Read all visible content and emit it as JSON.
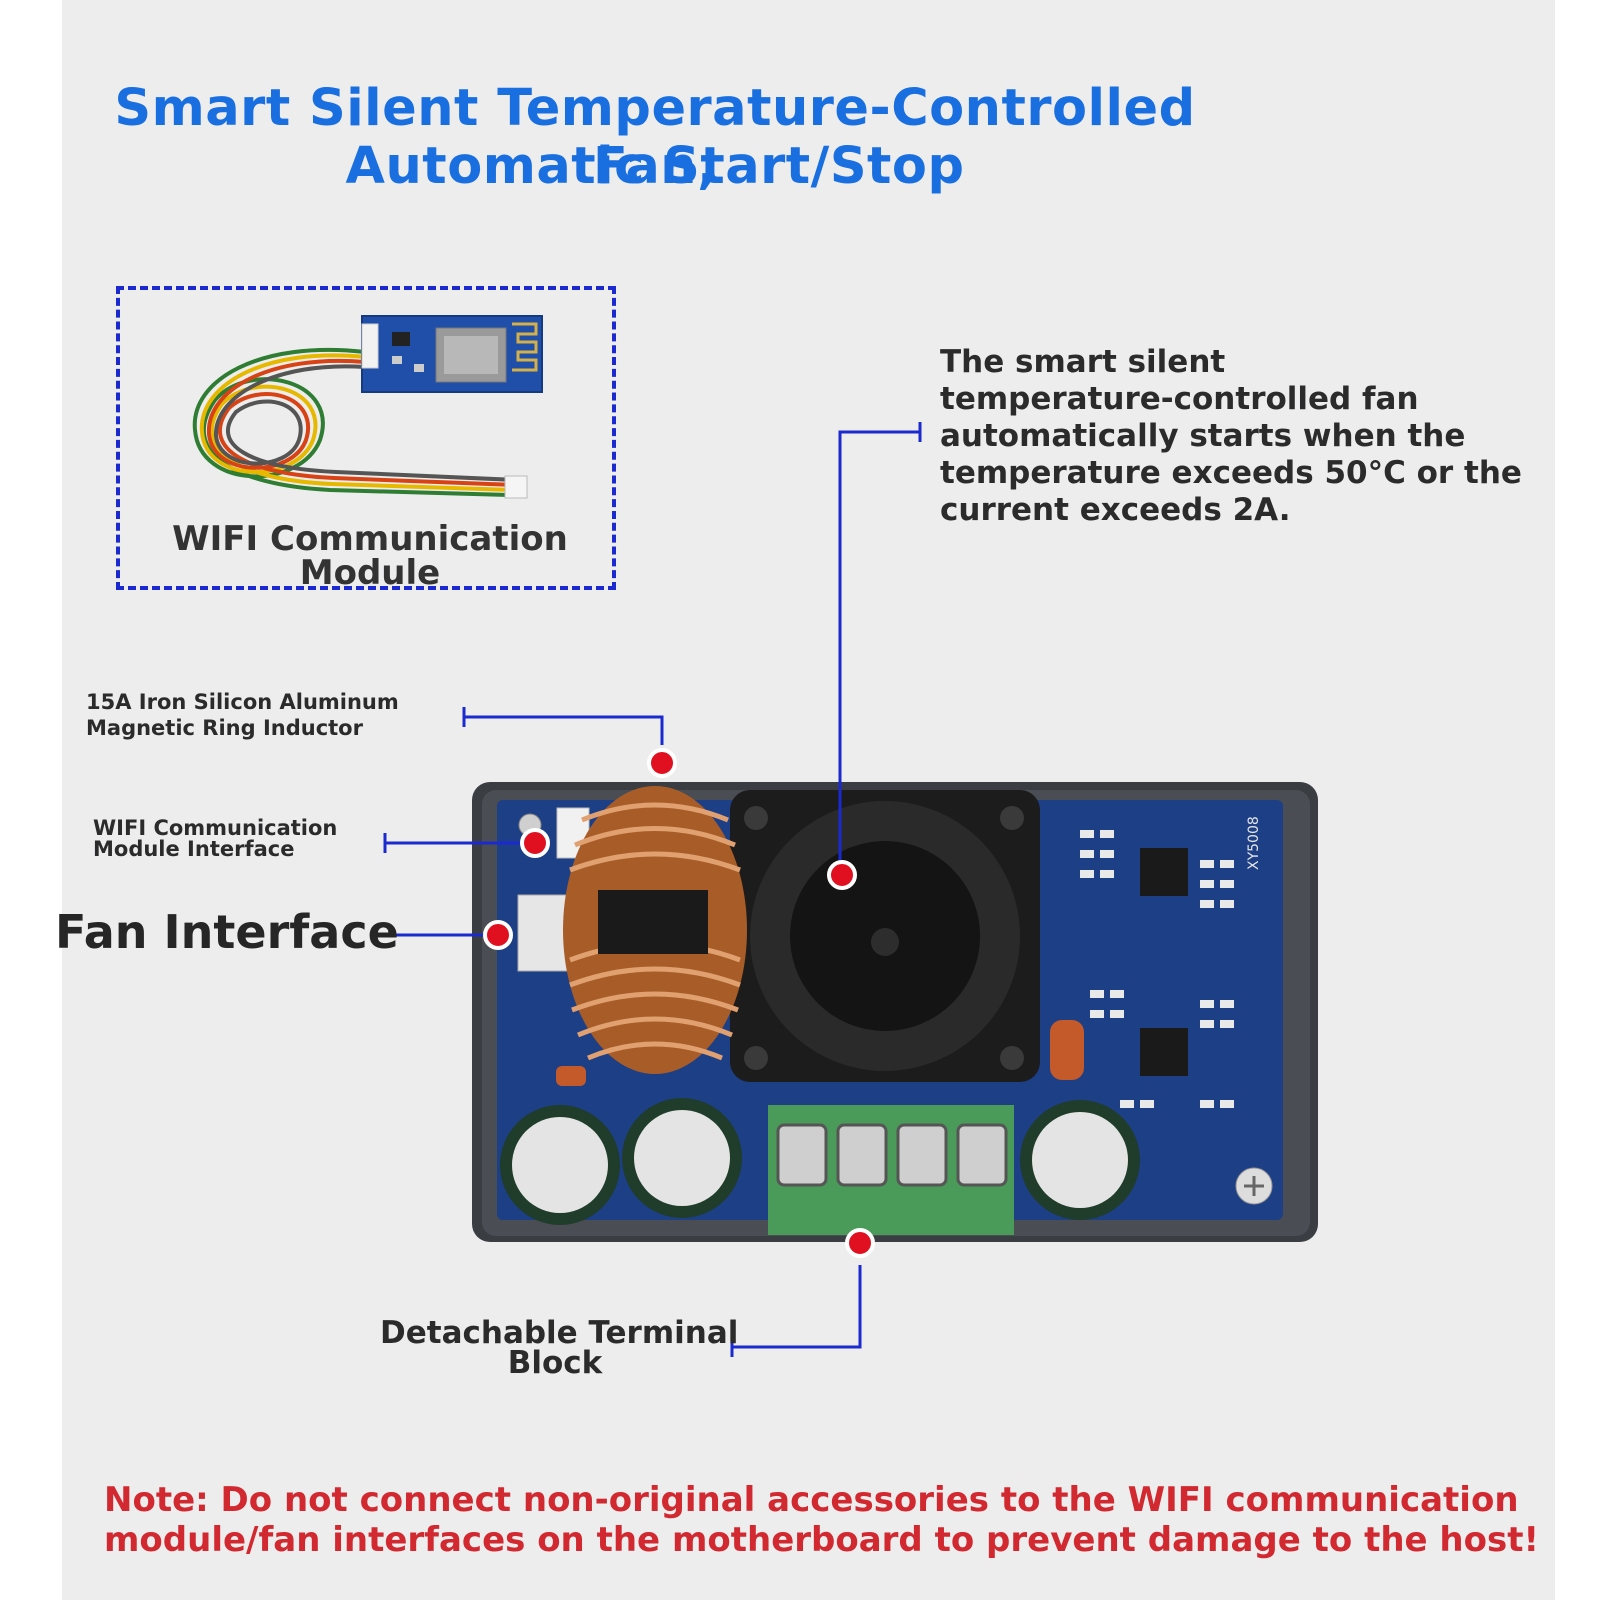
{
  "title": {
    "line1": "Smart Silent Temperature-Controlled Fan,",
    "line2": "Automatic Start/Stop"
  },
  "wifi_module": {
    "label_line1": "WIFI Communication",
    "label_line2": "Module"
  },
  "fan_description": [
    "The smart silent",
    "temperature-controlled fan",
    "automatically starts when the",
    "temperature exceeds 50°C or the",
    "current exceeds 2A."
  ],
  "callouts": {
    "inductor_line1": "15A Iron Silicon Aluminum",
    "inductor_line2": "Magnetic Ring Inductor",
    "wifi_interface_line1": "WIFI Communication",
    "wifi_interface_line2": "Module Interface",
    "fan_interface": "Fan Interface",
    "terminal_line1": "Detachable Terminal",
    "terminal_line2": "Block"
  },
  "note": {
    "line1": "Note: Do not connect non-original accessories to the WIFI communication",
    "line2": "module/fan interfaces on the motherboard to prevent damage to the host!"
  },
  "board_silkscreen": "XY5008",
  "colors": {
    "title_blue": "#1a6fe0",
    "leader_blue": "#1a2ad0",
    "marker_red": "#e01020",
    "note_red": "#d22830",
    "pcb_blue": "#1d3f86",
    "terminal_green": "#4a9a5a",
    "coil_copper": "#c0743a"
  },
  "icons": [
    "wifi-module-image",
    "pcb-board-image",
    "cooling-fan-icon",
    "toroid-inductor-icon",
    "capacitor-icon",
    "terminal-block-icon",
    "screw-icon"
  ]
}
